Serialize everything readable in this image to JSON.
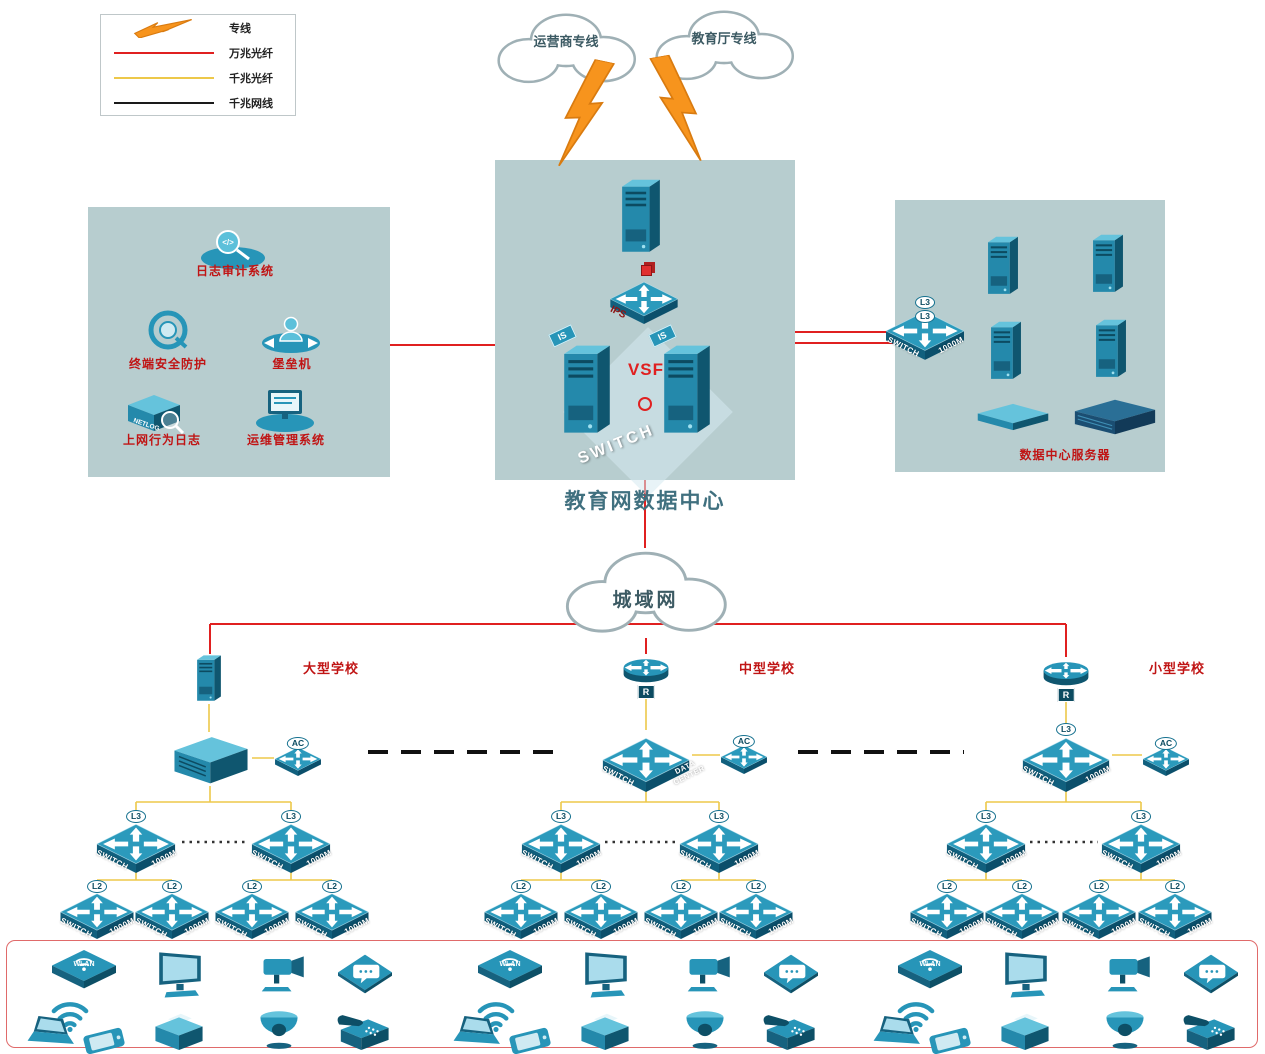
{
  "colors": {
    "device_teal": "#2795b8",
    "panel_bg": "#b7cdcf",
    "line_dedicated": "#f7941d",
    "line_10g_fiber": "#e02020",
    "line_1g_fiber": "#edc84a",
    "line_1g_cable": "#1a1a1a",
    "label_red": "#c01414"
  },
  "legend": {
    "items": [
      {
        "label": "专线",
        "sample": "lightning"
      },
      {
        "label": "万兆光纤",
        "sample": "red-line"
      },
      {
        "label": "千兆光纤",
        "sample": "yellow-line"
      },
      {
        "label": "千兆网线",
        "sample": "black-line"
      }
    ]
  },
  "clouds": {
    "carrier": "运营商专线",
    "education": "教育厅专线",
    "man": "城域网"
  },
  "data_center": {
    "title": "教育网数据中心",
    "vsf": "VSF",
    "ips": "IPS",
    "switch": "SWITCH",
    "server_flag": "IS"
  },
  "security_panel": {
    "log_audit": "日志审计系统",
    "terminal_protect": "终端安全防护",
    "bastion": "堡垒机",
    "net_log": "上网行为日志",
    "ops_mgmt": "运维管理系统",
    "netlog_text": "NETLOG"
  },
  "server_panel": {
    "title": "数据中心服务器"
  },
  "labels": {
    "l3": "L3",
    "l2": "L2",
    "ac": "AC",
    "r": "R",
    "switch": "SWITCH",
    "speed": "1000M",
    "data_center": "DATA CENTER",
    "wlan": "WLAN"
  },
  "schools": [
    {
      "name": "大型学校"
    },
    {
      "name": "中型学校"
    },
    {
      "name": "小型学校"
    }
  ]
}
